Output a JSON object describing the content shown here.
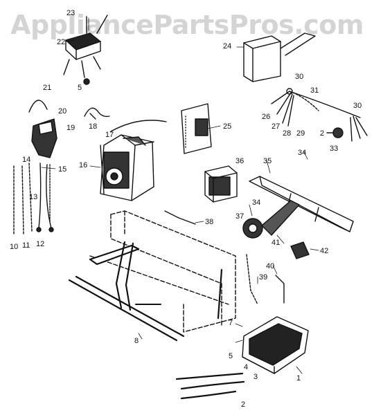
{
  "watermark": "AppliancePartsPros.com",
  "labels": {
    "l1": "1",
    "l2": "2",
    "l3": "3",
    "l4": "4",
    "l5a": "5",
    "l5b": "5",
    "l7": "7",
    "l8": "8",
    "l10": "10",
    "l11": "11",
    "l12": "12",
    "l13": "13",
    "l14": "14",
    "l15": "15",
    "l16": "16",
    "l17": "17",
    "l18": "18",
    "l19": "19",
    "l20": "20",
    "l21": "21",
    "l22": "22",
    "l23": "23",
    "l24": "24",
    "l25": "25",
    "l26": "26",
    "l27": "27",
    "l28": "28",
    "l29": "29",
    "l30a": "30",
    "l30b": "30",
    "l31": "31",
    "l2b": "2",
    "l33": "33",
    "l34a": "34",
    "l34b": "34",
    "l35": "35",
    "l36": "36",
    "l37": "37",
    "l38": "38",
    "l39": "39",
    "l40": "40",
    "l41": "41",
    "l42": "42"
  }
}
